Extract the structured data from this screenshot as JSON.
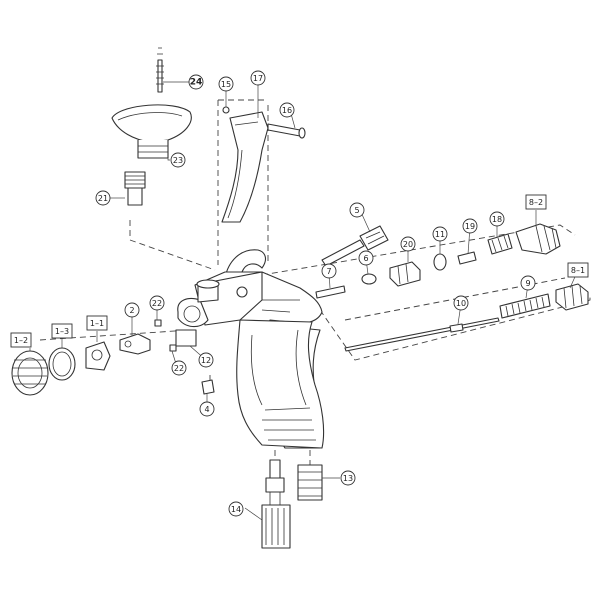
{
  "diagram": {
    "stroke_color": "#333333",
    "background": "#ffffff",
    "callouts": [
      {
        "id": "24",
        "label": "24",
        "style": "circle-bold"
      },
      {
        "id": "23",
        "label": "23",
        "style": "circle"
      },
      {
        "id": "21",
        "label": "21",
        "style": "circle"
      },
      {
        "id": "15",
        "label": "15",
        "style": "circle"
      },
      {
        "id": "17",
        "label": "17",
        "style": "circle"
      },
      {
        "id": "16",
        "label": "16",
        "style": "circle"
      },
      {
        "id": "5",
        "label": "5",
        "style": "circle"
      },
      {
        "id": "8-2",
        "label": "8–2",
        "style": "box"
      },
      {
        "id": "20",
        "label": "20",
        "style": "circle"
      },
      {
        "id": "11",
        "label": "11",
        "style": "circle"
      },
      {
        "id": "19",
        "label": "19",
        "style": "circle"
      },
      {
        "id": "18",
        "label": "18",
        "style": "circle"
      },
      {
        "id": "7",
        "label": "7",
        "style": "circle"
      },
      {
        "id": "6",
        "label": "6",
        "style": "circle"
      },
      {
        "id": "8-1",
        "label": "8–1",
        "style": "box"
      },
      {
        "id": "9",
        "label": "9",
        "style": "circle"
      },
      {
        "id": "10",
        "label": "10",
        "style": "circle"
      },
      {
        "id": "1-2",
        "label": "1–2",
        "style": "box"
      },
      {
        "id": "1-3",
        "label": "1–3",
        "style": "box"
      },
      {
        "id": "1-1",
        "label": "1–1",
        "style": "box"
      },
      {
        "id": "2",
        "label": "2",
        "style": "circle"
      },
      {
        "id": "22a",
        "label": "22",
        "style": "circle"
      },
      {
        "id": "22b",
        "label": "22",
        "style": "circle"
      },
      {
        "id": "12",
        "label": "12",
        "style": "circle"
      },
      {
        "id": "4",
        "label": "4",
        "style": "circle"
      },
      {
        "id": "13",
        "label": "13",
        "style": "circle"
      },
      {
        "id": "14",
        "label": "14",
        "style": "circle"
      }
    ]
  }
}
